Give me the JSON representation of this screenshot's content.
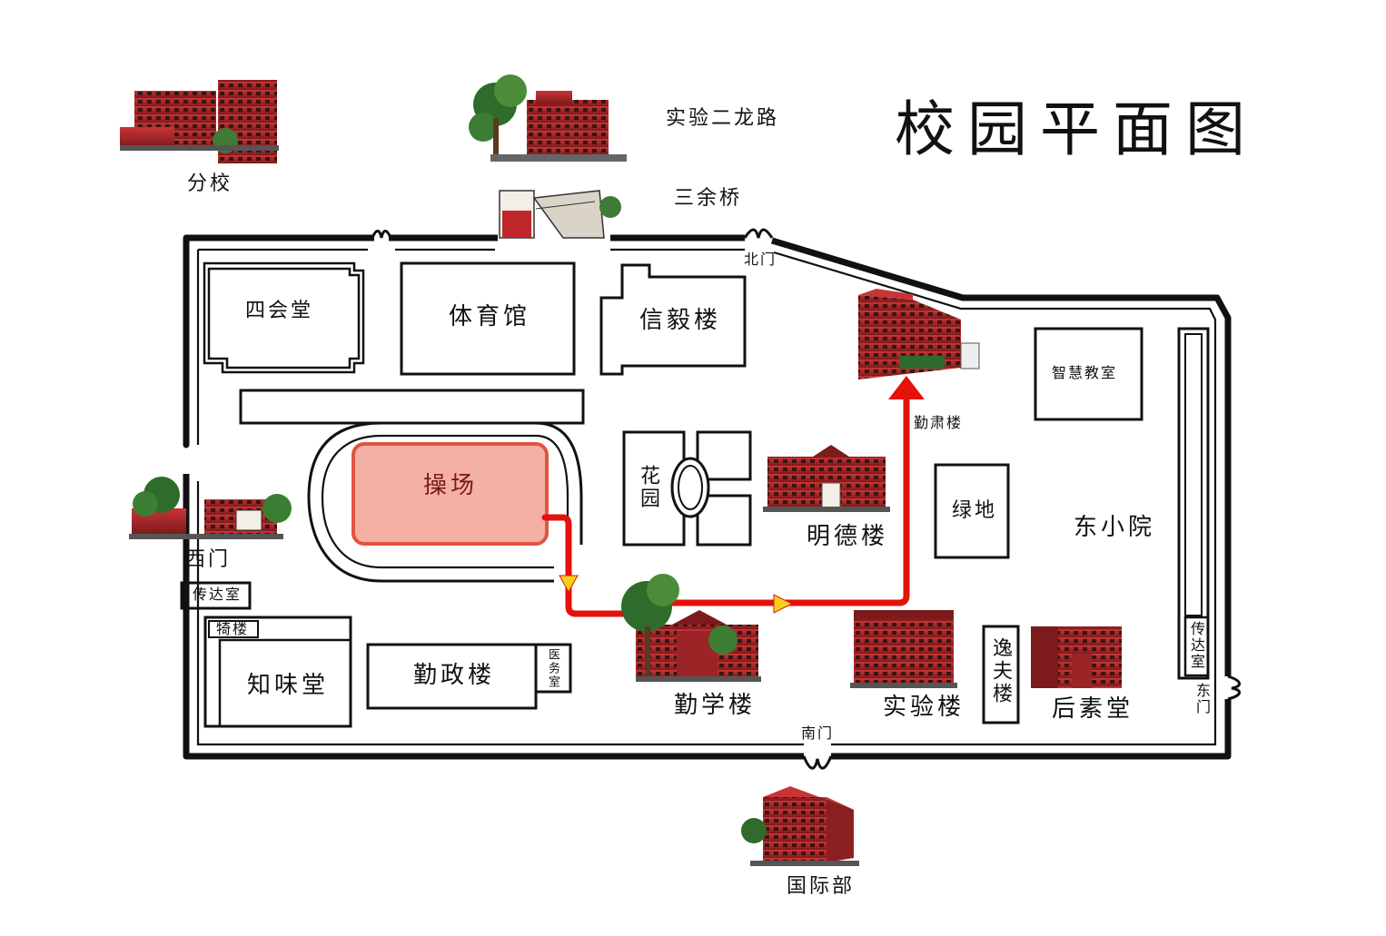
{
  "map": {
    "title": "校园平面图",
    "roads": {
      "north_road": "实验二龙路",
      "bridge": "三余桥"
    },
    "gates": {
      "north": "北门",
      "south": "南门",
      "west": "西门",
      "east": "东门"
    },
    "outside": {
      "branch": "分校",
      "international": "国际部"
    },
    "buildings": {
      "sihuitang": "四会堂",
      "gym": "体育馆",
      "xinyi": "信毅楼",
      "qinsu": "勤肃楼",
      "smart_classroom": "智慧教室",
      "playground": "操场",
      "garden": "花园",
      "mingde": "明德楼",
      "greenland": "绿地",
      "east_yard": "东小院",
      "west_guard": "传达室",
      "east_guard": "传达室",
      "jialou": "犄楼",
      "zhiwei": "知味堂",
      "qinzheng": "勤政楼",
      "clinic": "医务室",
      "qinxue": "勤学楼",
      "shiyan": "实验楼",
      "yifu": "逸夫楼",
      "housu": "后素堂"
    },
    "colors": {
      "route": "#e3120b",
      "route_arrow": "#f4d21c",
      "playground_fill": "#f5b0a6",
      "playground_border": "#e0553f",
      "building_red": "#b3282b"
    }
  }
}
